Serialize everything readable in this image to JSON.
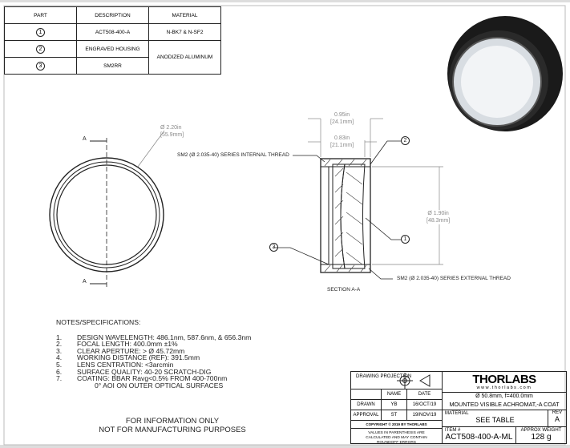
{
  "parts_table": {
    "headers": [
      "PART",
      "DESCRIPTION",
      "MATERIAL"
    ],
    "rows": [
      {
        "part": "1",
        "description": "ACT508-400-A",
        "material": "N-BK7 & N-SF2"
      },
      {
        "part": "2",
        "description": "ENGRAVED HOUSING",
        "material": "ANODIZED ALUMINUM"
      },
      {
        "part": "3",
        "description": "SM2RR",
        "material": ""
      }
    ]
  },
  "front_view": {
    "section_label": "A",
    "dia_in": "Ø 2.20in",
    "dia_mm": "[55.9mm]"
  },
  "section_view": {
    "title": "SECTION A-A",
    "width1_in": "0.95in",
    "width1_mm": "[24.1mm]",
    "width2_in": "0.83in",
    "width2_mm": "[21.1mm]",
    "dia_in": "Ø 1.90in",
    "dia_mm": "[48.3mm]",
    "internal_thread": "SM2 (Ø 2.035-40) SERIES INTERNAL THREAD",
    "external_thread": "SM2 (Ø 2.035-40) SERIES EXTERNAL THREAD",
    "balloons": [
      "1",
      "2",
      "3"
    ]
  },
  "notes": {
    "title": "NOTES/SPECIFICATIONS:",
    "items": [
      {
        "n": "1.",
        "text": "DESIGN WAVELENGTH: 486.1nm, 587.6nm, & 656.3nm"
      },
      {
        "n": "2.",
        "text": "FOCAL LENGTH: 400.0mm ±1%"
      },
      {
        "n": "3.",
        "text": "CLEAR APERTURE: > Ø 45.72mm"
      },
      {
        "n": "4.",
        "text": "WORKING DISTANCE (REF): 391.5mm"
      },
      {
        "n": "5.",
        "text": "LENS CENTRATION: <3arcmin"
      },
      {
        "n": "6.",
        "text": "SURFACE QUALITY: 40-20 SCRATCH-DIG"
      },
      {
        "n": "7.",
        "text": "COATING: BBAR Ravg<0.5% FROM 400-700nm"
      },
      {
        "n": "",
        "text": "0° AOI ON OUTER OPTICAL SURFACES"
      }
    ]
  },
  "disclaimer": [
    "FOR INFORMATION ONLY",
    "NOT FOR MANUFACTURING PURPOSES"
  ],
  "title_block": {
    "drawing_projection": "DRAWING PROJECTION",
    "name_hdr": "NAME",
    "date_hdr": "DATE",
    "drawn_label": "DRAWN",
    "drawn_name": "YB",
    "drawn_date": "16/OCT/19",
    "approval_label": "APPROVAL",
    "approval_name": "ST",
    "approval_date": "19/NOV/19",
    "copyright": "COPYRIGHT © 2019 BY THORLABS",
    "values_note": "VALUES IN PARENTHESIS ARE CALCULATED AND MAY CONTAIN ROUNDOFF ERRORS",
    "logo": "THORLABS",
    "website": "www.thorlabs.com",
    "desc1": "Ø 50.8mm, f=400.0mm",
    "desc2": "MOUNTED VISIBLE ACHROMAT,-A COAT",
    "material_label": "MATERIAL",
    "material": "SEE TABLE",
    "rev_label": "REV",
    "rev": "A",
    "item_label": "ITEM #",
    "item": "ACT508-400-A-ML",
    "weight_label": "APPROX WEIGHT",
    "weight": "128 g"
  }
}
